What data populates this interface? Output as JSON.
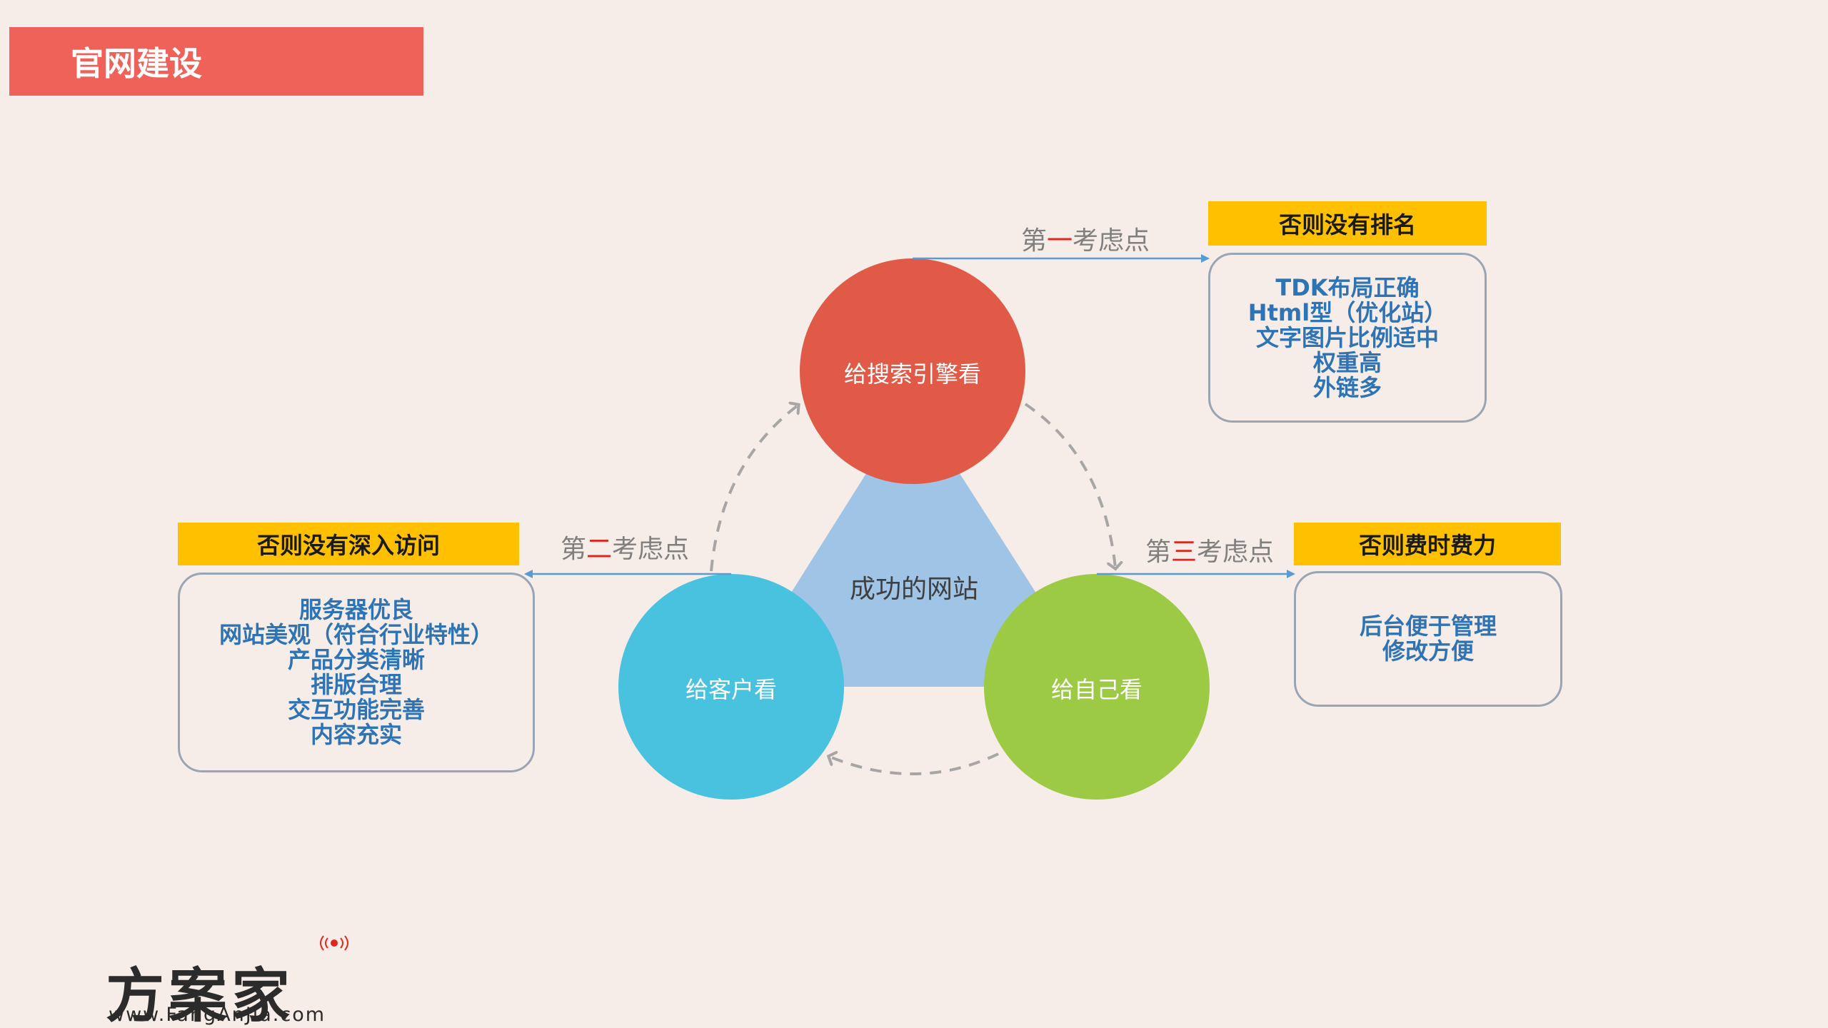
{
  "header": {
    "title": "官网建设"
  },
  "diagram": {
    "center_label": "成功的网站",
    "nodes": {
      "search_engine": {
        "label": "给搜索引擎看",
        "color": "#e05a47"
      },
      "customer": {
        "label": "给客户看",
        "color": "#48c2df"
      },
      "self": {
        "label": "给自己看",
        "color": "#9dca44"
      }
    },
    "triangle_color": "#a0c4e6",
    "considerations": [
      {
        "prefix": "第",
        "num": "一",
        "suffix": "考虑点"
      },
      {
        "prefix": "第",
        "num": "二",
        "suffix": "考虑点"
      },
      {
        "prefix": "第",
        "num": "三",
        "suffix": "考虑点"
      }
    ],
    "panels": {
      "ranking": {
        "tag": "否则没有排名",
        "lines": [
          "TDK布局正确",
          "Html型（优化站）",
          "文字图片比例适中",
          "权重高",
          "外链多"
        ]
      },
      "deep_visit": {
        "tag": "否则没有深入访问",
        "lines": [
          "服务器优良",
          "网站美观（符合行业特性）",
          "产品分类清晰",
          "排版合理",
          "交互功能完善",
          "内容充实"
        ]
      },
      "effort": {
        "tag": "否则费时费力",
        "lines": [
          "后台便于管理",
          "修改方便"
        ]
      }
    }
  },
  "logo": {
    "name": "方案家",
    "url": "www.FangAnJia.com"
  },
  "colors": {
    "accent": "#ef6259",
    "tag": "#ffc000",
    "text_blue": "#2e74b5",
    "arrow": "#5b9bd5"
  }
}
